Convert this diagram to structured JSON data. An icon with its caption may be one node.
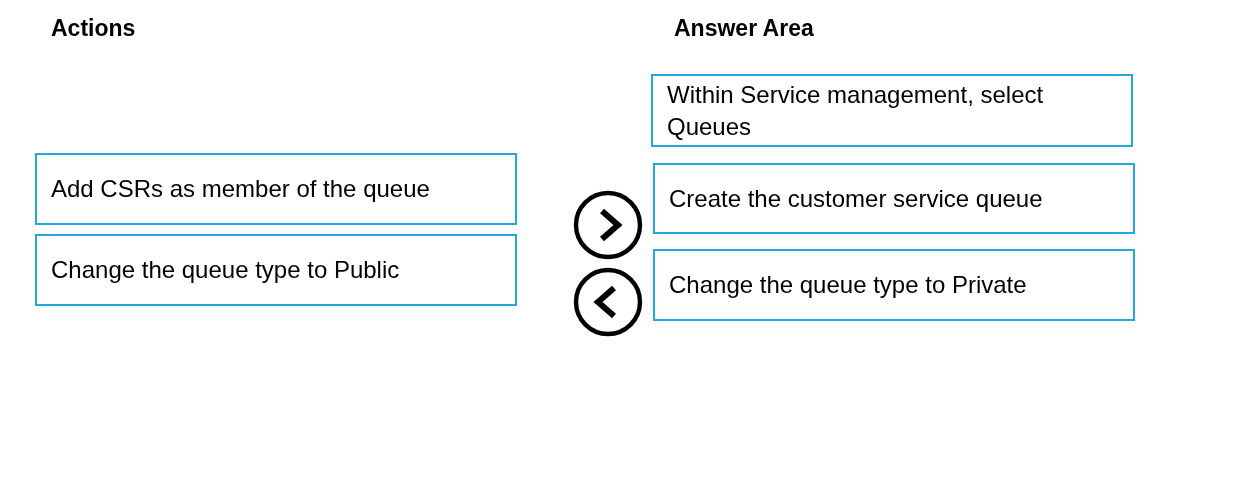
{
  "diagram": {
    "nodes": [
      {
        "text": [
          "Add CSRs as member of the queue"
        ]
      },
      {
        "text": [
          "Change the queue type to Public"
        ]
      },
      {
        "text": [
          "Within Service management, select Queues"
        ]
      },
      {
        "text": [
          "Create the customer service queue"
        ]
      },
      {
        "text": [
          "Change the queue type to Private"
        ]
      }
    ],
    "labels": [
      "Actions",
      "Answer Area"
    ]
  }
}
